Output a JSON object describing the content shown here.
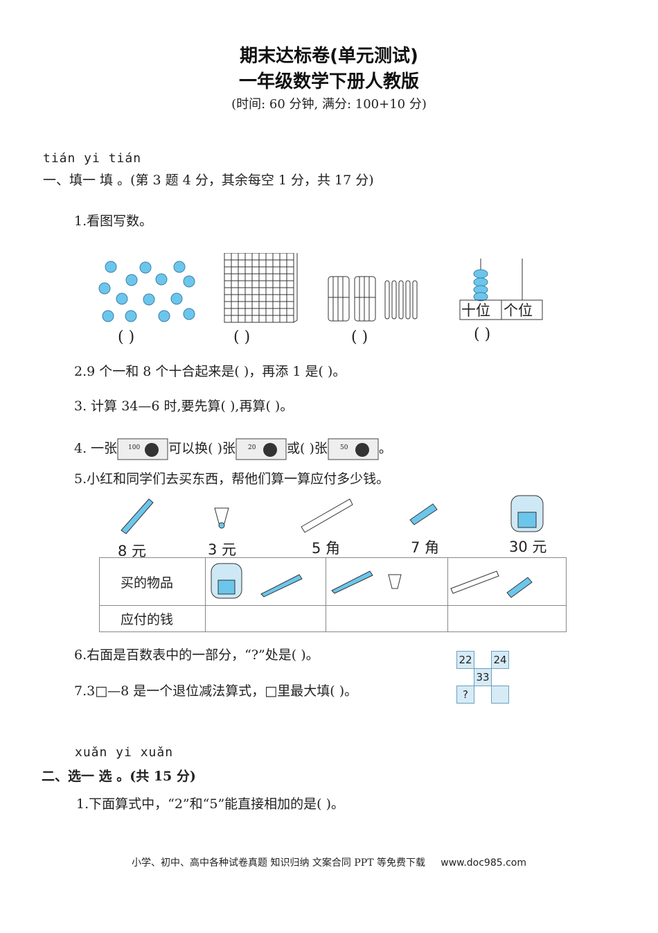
{
  "header": {
    "title1": "期末达标卷(单元测试)",
    "title2": "一年级数学下册人教版",
    "subtitle": "(时间: 60 分钟, 满分: 100+10 分)"
  },
  "section1": {
    "pinyin": "tián yi tián",
    "title": "一、填一 填 。(第 3 题 4 分，其余每空 1 分，共 17 分)",
    "q1": "1.看图写数。",
    "paren": "(      )",
    "abacus_labels": [
      "十位",
      "个位"
    ],
    "q2": "2.9 个一和 8 个十合起来是(        )，再添 1 是(        )。",
    "q3": "3.  计算 34—6 时,要先算(        ),再算(                        )。",
    "q4": {
      "a": "4.  一张",
      "b": "可以换(        )张",
      "c": "或(        )张",
      "d": "。",
      "bills": [
        "100",
        "20",
        "50"
      ]
    },
    "q5": "5.小红和同学们去买东西，帮他们算一算应付多少钱。",
    "prices": [
      "8 元",
      "3 元",
      "5 角",
      "7 角",
      "30 元"
    ],
    "table": {
      "row1": "买的物品",
      "row2": "应付的钱"
    },
    "q6": "6.右面是百数表中的一部分，“?”处是(        )。",
    "q7": "7.3□—8 是一个退位减法算式，□里最大填(        )。",
    "grid": [
      "22",
      "24",
      "33",
      "?"
    ]
  },
  "section2": {
    "pinyin": "xuǎn yi xuǎn",
    "title": "二、选一 选 。(共 15 分)",
    "q1": "1.下面算式中，“2”和“5”能直接相加的是(     )。"
  },
  "footer": {
    "text": "小学、初中、高中各种试卷真题  知识归纳  文案合同  PPT 等免费下载",
    "url": "www.doc985.com"
  }
}
